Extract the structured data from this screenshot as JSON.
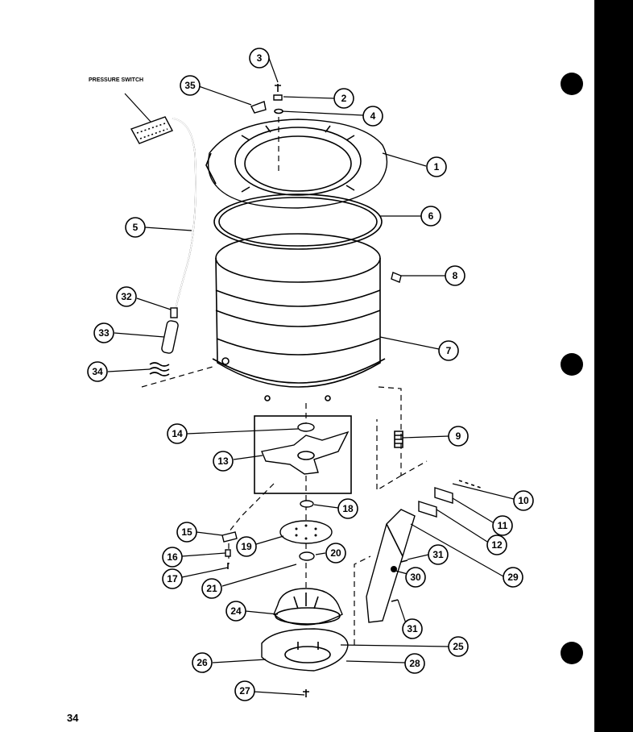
{
  "diagram": {
    "page_number": "34",
    "pressure_switch_label": "PRESSURE SWITCH",
    "callouts": [
      {
        "id": "c1",
        "label": "1"
      },
      {
        "id": "c2",
        "label": "2"
      },
      {
        "id": "c3",
        "label": "3"
      },
      {
        "id": "c4",
        "label": "4"
      },
      {
        "id": "c5",
        "label": "5"
      },
      {
        "id": "c6",
        "label": "6"
      },
      {
        "id": "c7",
        "label": "7"
      },
      {
        "id": "c8",
        "label": "8"
      },
      {
        "id": "c9",
        "label": "9"
      },
      {
        "id": "c10",
        "label": "10"
      },
      {
        "id": "c11",
        "label": "11"
      },
      {
        "id": "c12",
        "label": "12"
      },
      {
        "id": "c13",
        "label": "13"
      },
      {
        "id": "c14",
        "label": "14"
      },
      {
        "id": "c15",
        "label": "15"
      },
      {
        "id": "c16",
        "label": "16"
      },
      {
        "id": "c17",
        "label": "17"
      },
      {
        "id": "c18",
        "label": "18"
      },
      {
        "id": "c19",
        "label": "19"
      },
      {
        "id": "c20",
        "label": "20"
      },
      {
        "id": "c21",
        "label": "21"
      },
      {
        "id": "c24",
        "label": "24"
      },
      {
        "id": "c25",
        "label": "25"
      },
      {
        "id": "c26",
        "label": "26"
      },
      {
        "id": "c27",
        "label": "27"
      },
      {
        "id": "c28",
        "label": "28"
      },
      {
        "id": "c29",
        "label": "29"
      },
      {
        "id": "c30",
        "label": "30"
      },
      {
        "id": "c31a",
        "label": "31"
      },
      {
        "id": "c31b",
        "label": "31"
      },
      {
        "id": "c32",
        "label": "32"
      },
      {
        "id": "c33",
        "label": "33"
      },
      {
        "id": "c34",
        "label": "34"
      },
      {
        "id": "c35",
        "label": "35"
      }
    ]
  }
}
